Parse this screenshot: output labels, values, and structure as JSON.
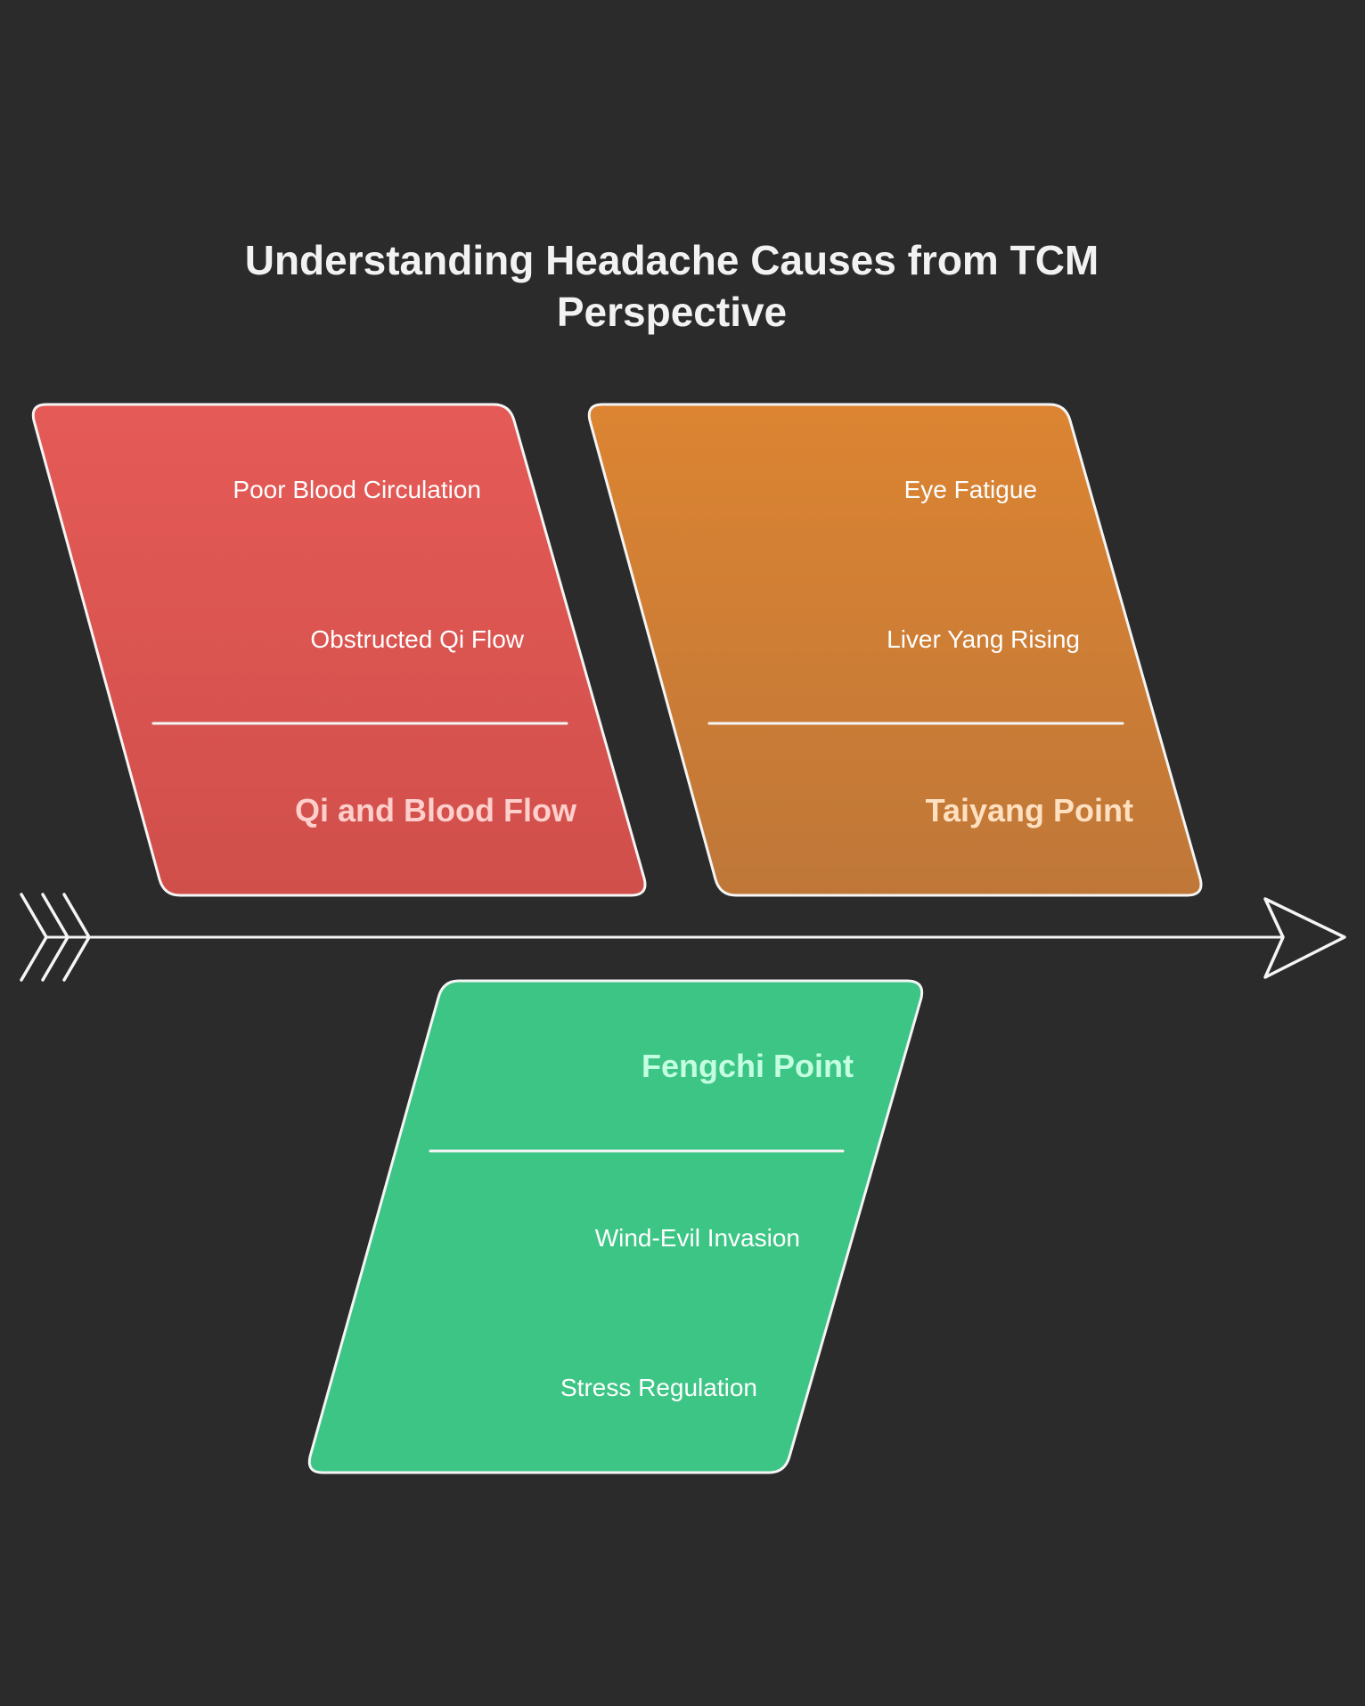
{
  "title": {
    "line1": "Understanding Headache Causes from TCM",
    "line2": "Perspective"
  },
  "colors": {
    "background": "#2b2b2b",
    "outline": "#f5f5f5",
    "spine": "#f5f5f5"
  },
  "spine": {
    "tail_icon": "triple-chevron-tail",
    "head_icon": "arrow-head"
  },
  "categories": [
    {
      "id": "qi-blood",
      "heading": "Qi and Blood Flow",
      "items": [
        "Poor Blood Circulation",
        "Obstructed Qi Flow"
      ],
      "fill_top": "#e55a56",
      "fill_bottom": "#d04f4b",
      "heading_color": "#ffcfcc"
    },
    {
      "id": "taiyang",
      "heading": "Taiyang Point",
      "items": [
        "Eye Fatigue",
        "Liver Yang Rising"
      ],
      "fill_top": "#dc8432",
      "fill_bottom": "#bf7738",
      "heading_color": "#ffe0c0"
    },
    {
      "id": "fengchi",
      "heading": "Fengchi Point",
      "items": [
        "Wind-Evil Invasion",
        "Stress Regulation"
      ],
      "fill_top": "#3dc585",
      "fill_bottom": "#3dc585",
      "heading_color": "#c4ffe2"
    }
  ]
}
